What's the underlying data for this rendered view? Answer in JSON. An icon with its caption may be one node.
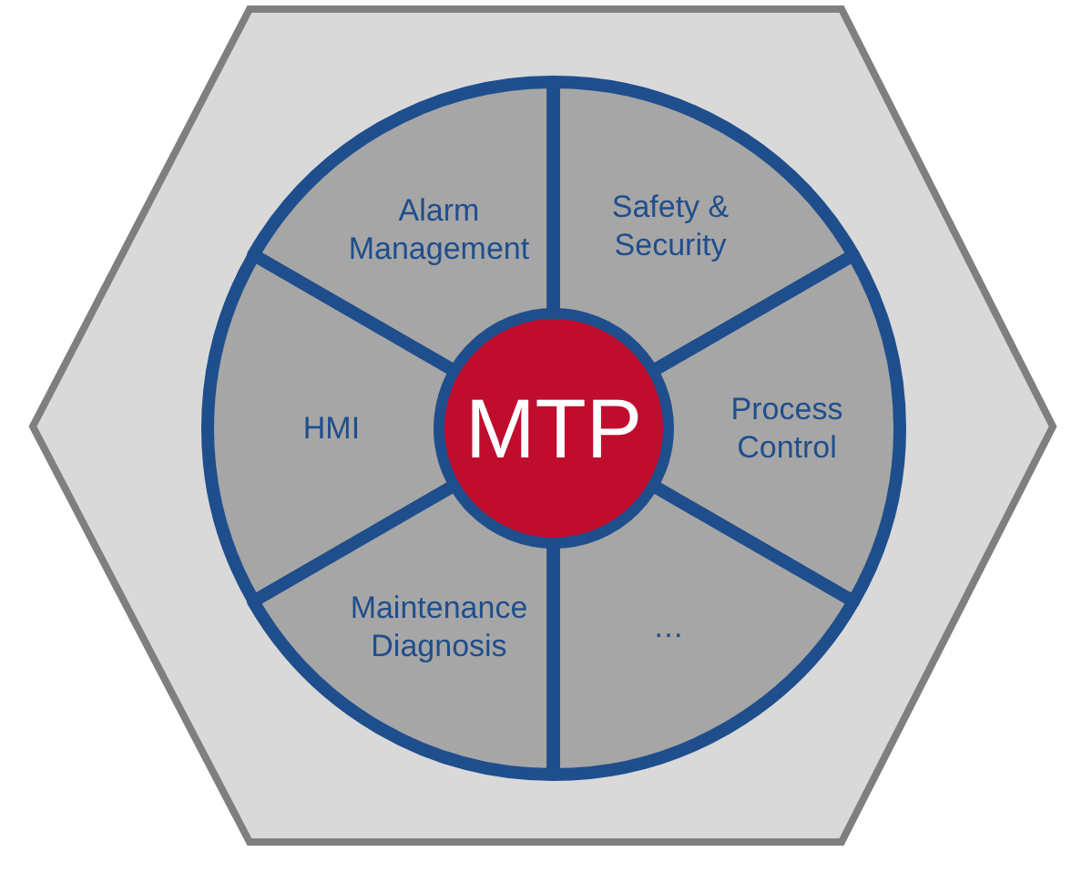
{
  "diagram": {
    "nodes": [
      {
        "text": [],
        "shape": "hexagon"
      },
      {
        "text": [
          "Alarm Management"
        ],
        "in": 0
      },
      {
        "text": [
          "Safety & Security"
        ],
        "in": 0
      },
      {
        "text": [
          "HMI"
        ],
        "in": 0
      },
      {
        "text": [
          "MTP"
        ],
        "in": 0
      },
      {
        "text": [
          "Process Control"
        ],
        "in": 0
      },
      {
        "text": [
          "Maintenance Diagnosis"
        ],
        "in": 0
      },
      {
        "text": [
          "…"
        ],
        "in": 0
      }
    ]
  }
}
